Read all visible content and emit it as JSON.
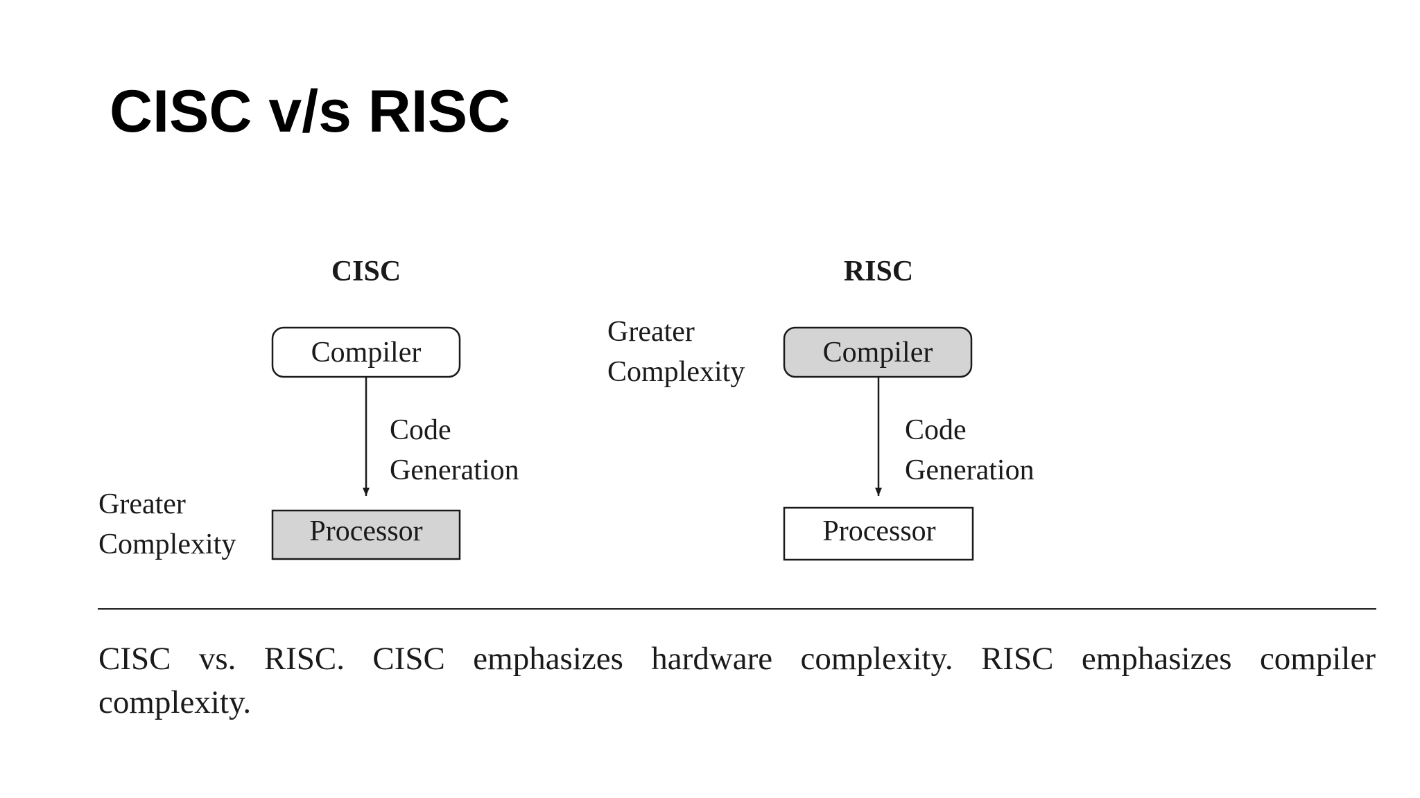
{
  "slide": {
    "title": "CISC v/s RISC"
  },
  "diagram": {
    "cisc": {
      "heading": "CISC",
      "compiler_label": "Compiler",
      "processor_label": "Processor",
      "arrow_label_line1": "Code",
      "arrow_label_line2": "Generation",
      "complexity_line1": "Greater",
      "complexity_line2": "Complexity",
      "highlighted_component": "Processor"
    },
    "risc": {
      "heading": "RISC",
      "compiler_label": "Compiler",
      "processor_label": "Processor",
      "arrow_label_line1": "Code",
      "arrow_label_line2": "Generation",
      "complexity_line1": "Greater",
      "complexity_line2": "Complexity",
      "highlighted_component": "Compiler"
    },
    "colors": {
      "highlight_fill": "#d4d4d4",
      "plain_fill": "#ffffff",
      "stroke": "#1a1a1a"
    }
  },
  "caption": {
    "text": "CISC vs. RISC. CISC emphasizes hardware complexity. RISC emphasizes compiler complexity."
  }
}
